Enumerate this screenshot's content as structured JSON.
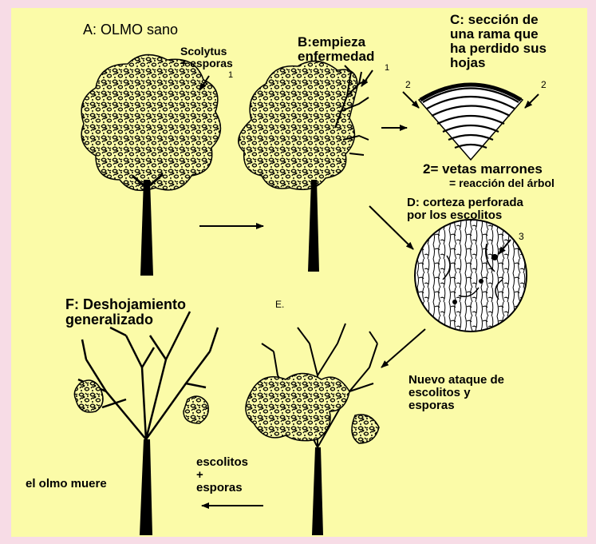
{
  "panel_A": {
    "title": "A: OLMO sano",
    "vector_l1": "Scolytus",
    "vector_l2": "+ esporas",
    "marker": "1"
  },
  "panel_B": {
    "title_l1": "B:empieza",
    "title_l2": "enfermedad",
    "marker": "1"
  },
  "panel_C": {
    "title_l1": "C: sección de",
    "title_l2": "una rama que",
    "title_l3": "ha perdido sus",
    "title_l4": "hojas",
    "marker_left": "2",
    "marker_right": "2",
    "legend_l1": "2= vetas marrones",
    "legend_l2": "= reacción  del árbol"
  },
  "panel_D": {
    "title_l1": "D: corteza perforada",
    "title_l2": "por los escolitos",
    "marker": "3"
  },
  "panel_E": {
    "label": "E.",
    "caption_l1": "Nuevo ataque de",
    "caption_l2": "escolitos y",
    "caption_l3": "esporas"
  },
  "panel_F": {
    "title_l1": "F: Deshojamiento",
    "title_l2": "generalizado",
    "vector_l1": "escolitos",
    "vector_l2": "+",
    "vector_l3": "esporas",
    "outcome": "el olmo muere"
  },
  "colors": {
    "panel_bg": "#fbfba8",
    "page_bg": "#f7dce6",
    "ink": "#000000"
  }
}
